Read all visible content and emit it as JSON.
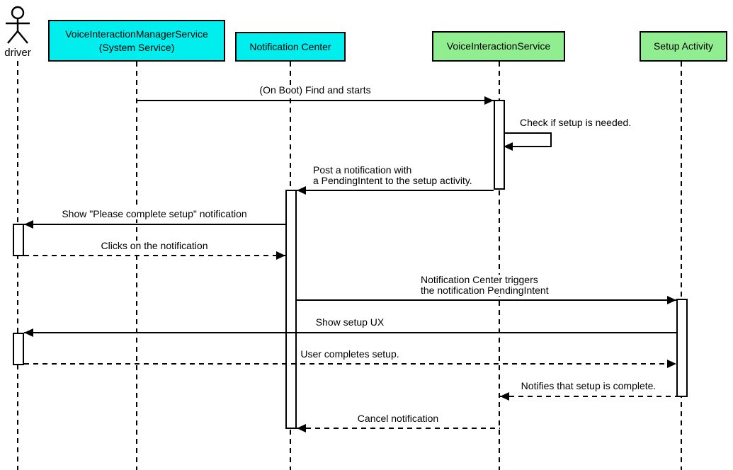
{
  "colors": {
    "background": "#ffffff",
    "line": "#000000",
    "participant_cyan": "#00eeee",
    "participant_green": "#90ee90",
    "activation_fill": "#ffffff"
  },
  "participants": {
    "driver": {
      "label": "driver",
      "type": "actor"
    },
    "vims": {
      "line1": "VoiceInteractionManagerService",
      "line2": "(System Service)",
      "fill": "#00eeee"
    },
    "notification_center": {
      "label": "Notification Center",
      "fill": "#00eeee"
    },
    "vis": {
      "label": "VoiceInteractionService",
      "fill": "#90ee90"
    },
    "setup_activity": {
      "label": "Setup Activity",
      "fill": "#90ee90"
    }
  },
  "messages": {
    "on_boot": {
      "label": "(On Boot) Find and starts",
      "from": "VoiceInteractionManagerService (System Service)",
      "to": "VoiceInteractionService",
      "style": "solid"
    },
    "check_setup": {
      "label": "Check if setup is needed.",
      "from": "VoiceInteractionService",
      "to": "VoiceInteractionService",
      "style": "solid-self"
    },
    "post_notification": {
      "line1": "Post a notification with",
      "line2": "a PendingIntent to the setup activity.",
      "from": "VoiceInteractionService",
      "to": "Notification Center",
      "style": "solid"
    },
    "show_notification": {
      "label": "Show \"Please complete setup\" notification",
      "from": "Notification Center",
      "to": "driver",
      "style": "solid"
    },
    "clicks_notification": {
      "label": "Clicks on the notification",
      "from": "driver",
      "to": "Notification Center",
      "style": "dashed"
    },
    "trigger_intent": {
      "line1": "Notification Center triggers",
      "line2": "the notification PendingIntent",
      "from": "Notification Center",
      "to": "Setup Activity",
      "style": "solid"
    },
    "show_setup_ux": {
      "label": "Show setup UX",
      "from": "Setup Activity",
      "to": "driver",
      "style": "solid"
    },
    "user_completes": {
      "label": "User completes setup.",
      "from": "driver",
      "to": "Setup Activity",
      "style": "dashed"
    },
    "notifies_complete": {
      "label": "Notifies that setup is complete.",
      "from": "Setup Activity",
      "to": "VoiceInteractionService",
      "style": "dashed"
    },
    "cancel_notification": {
      "label": "Cancel notification",
      "from": "VoiceInteractionService",
      "to": "Notification Center",
      "style": "dashed"
    }
  }
}
